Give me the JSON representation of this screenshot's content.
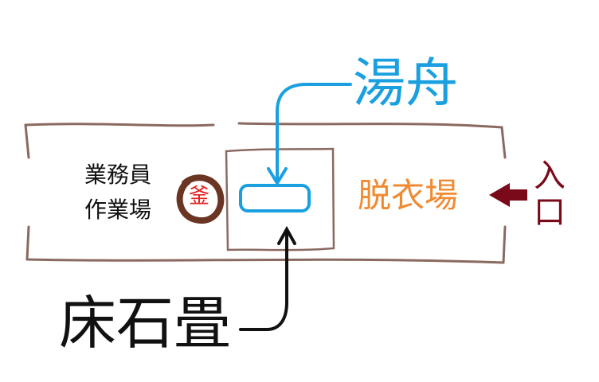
{
  "labels": {
    "office_line1": "業務員",
    "office_line2": "作業場",
    "kama": "釜",
    "bathtub": "湯舟",
    "changing_room": "脱衣場",
    "entrance": "入口",
    "stone_floor": "床石畳"
  },
  "colors": {
    "wall": "#8a6a60",
    "kama_ring": "#6b3524",
    "kama_text": "#e82020",
    "blue": "#1aa0e0",
    "orange": "#f08a30",
    "entrance": "#7a0a1a",
    "black": "#111111"
  }
}
